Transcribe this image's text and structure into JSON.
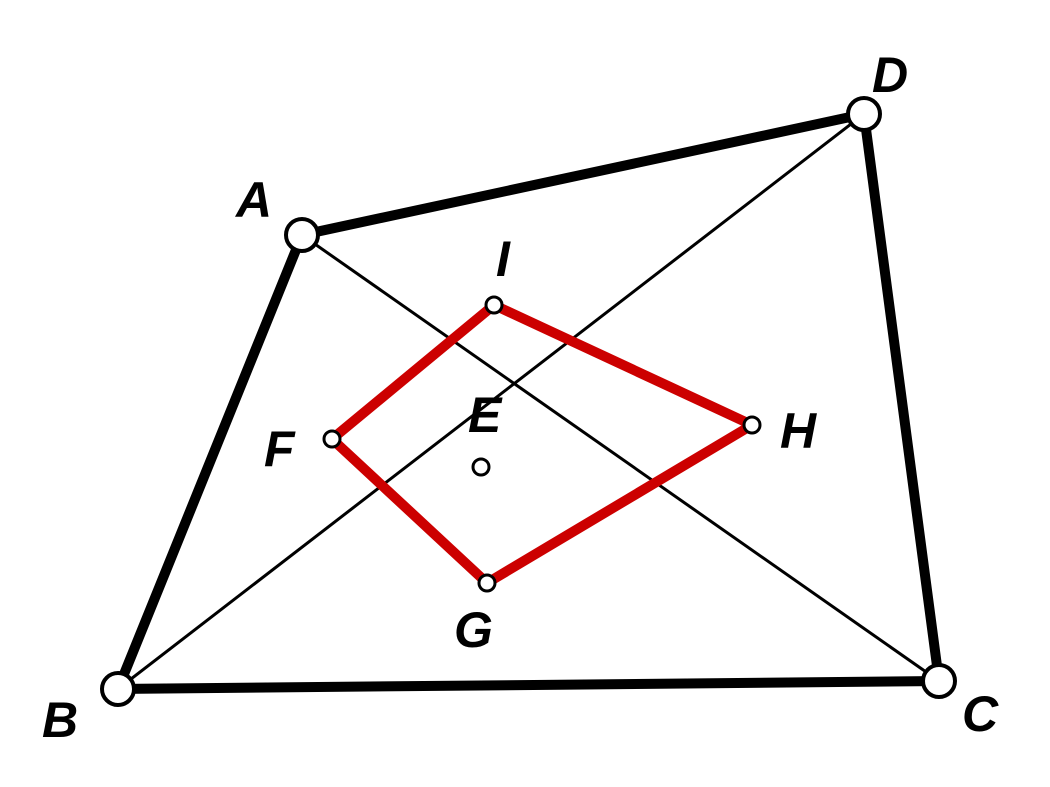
{
  "diagram": {
    "points": {
      "A": {
        "label": "A"
      },
      "B": {
        "label": "B"
      },
      "C": {
        "label": "C"
      },
      "D": {
        "label": "D"
      },
      "E": {
        "label": "E"
      },
      "F": {
        "label": "F"
      },
      "G": {
        "label": "G"
      },
      "H": {
        "label": "H"
      },
      "I": {
        "label": "I"
      }
    },
    "outer_quadrilateral": [
      "A",
      "B",
      "C",
      "D"
    ],
    "diagonals": [
      [
        "A",
        "C"
      ],
      [
        "B",
        "D"
      ]
    ],
    "inner_quadrilateral": [
      "F",
      "G",
      "H",
      "I"
    ],
    "colors": {
      "outer": "#000000",
      "diagonal": "#000000",
      "inner": "#cc0000",
      "point_fill": "#ffffff",
      "point_stroke": "#000000"
    }
  }
}
